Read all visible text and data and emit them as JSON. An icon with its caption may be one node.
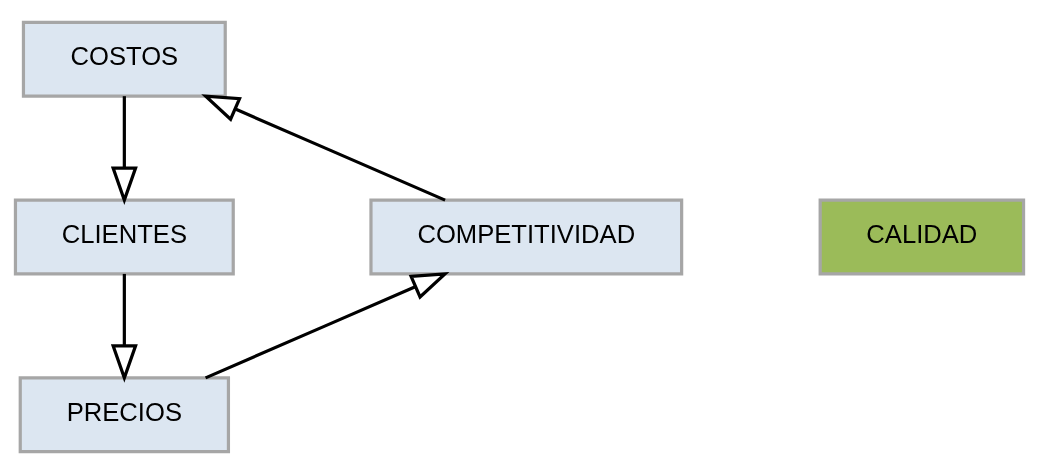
{
  "diagram": {
    "nodes": [
      {
        "text": [
          "COSTOS"
        ]
      },
      {
        "text": [
          "COMPETITIVIDAD"
        ]
      },
      {
        "text": [
          "CALIDAD"
        ]
      },
      {
        "text": [
          "CLIENTES"
        ]
      },
      {
        "text": [
          "PRECIOS"
        ]
      }
    ],
    "edges": [
      {
        "from": 0,
        "to": 3,
        "arrow": "to"
      },
      {
        "from": 3,
        "to": 4,
        "arrow": "to"
      },
      {
        "from": 4,
        "to": 1,
        "arrow": "to"
      },
      {
        "from": 1,
        "to": 0,
        "arrow": "to"
      }
    ]
  }
}
